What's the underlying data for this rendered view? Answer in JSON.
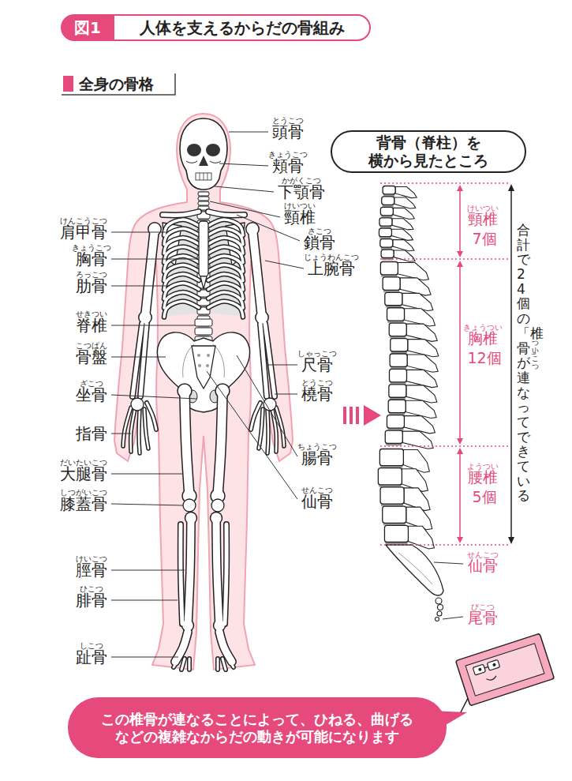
{
  "diagram": {
    "title": "人体を支えるからだの骨組み",
    "nodes": [
      {
        "text": [
          "図1"
        ]
      },
      {
        "text": [
          "背骨（脊柱）を 横から見たところ"
        ]
      },
      {
        "text": [
          "この椎骨が連なることによって、ひねる、曲げる などの複雑なからだの動きが可能になります"
        ]
      }
    ],
    "labels": [
      "全身の骨格",
      "とうこつ",
      "頭骨",
      "きょうこつ",
      "頬骨",
      "かがくこつ",
      "下顎骨",
      "けいつい",
      "頸椎",
      "けんこうこつ",
      "肩甲骨",
      "さこつ",
      "鎖骨",
      "きょうこつ",
      "胸骨",
      "じょうわんこつ",
      "上腕骨",
      "ろっこつ",
      "肋骨",
      "せきつい",
      "脊椎",
      "こつばん",
      "骨盤",
      "しゃっこつ",
      "尺骨",
      "ざこつ",
      "坐骨",
      "とうこつ",
      "橈骨",
      "指骨",
      "ちょうこつ",
      "腸骨",
      "だいたいこつ",
      "大腿骨",
      "せんこつ",
      "仙骨",
      "しつがいこつ",
      "膝蓋骨",
      "けいこつ",
      "脛骨",
      "ひこつ",
      "腓骨",
      "しこつ",
      "趾骨",
      "けいつい",
      "頸椎",
      "7個",
      "きょうつい",
      "胸椎",
      "12個",
      "ようつい",
      "腰椎",
      "5個",
      "せんこつ",
      "仙骨",
      "びこつ",
      "尾骨",
      "合計で24個の「椎骨」が連なってできている",
      "ついこつ"
    ]
  }
}
